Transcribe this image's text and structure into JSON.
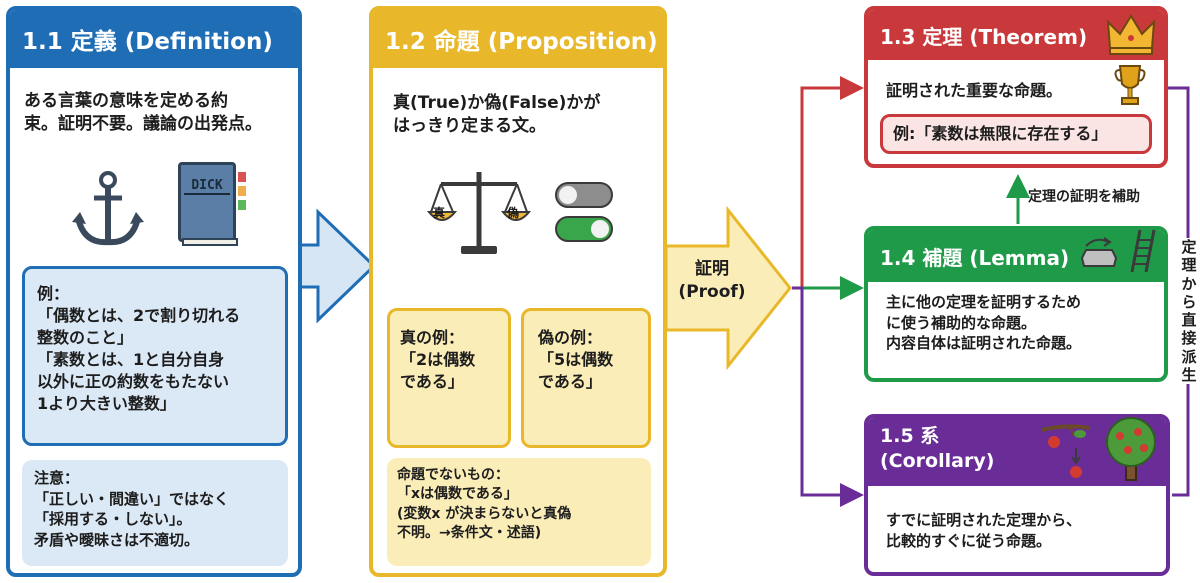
{
  "definition": {
    "title": "1.1 定義 (Definition)",
    "desc_line1": "ある言葉の意味を定める約",
    "desc_line2": "束。証明不要。議論の出発点。",
    "book_label": "DICK",
    "example_label": "例：",
    "example_lines": [
      "「偶数とは、2で割り切れる",
      "整数のこと」",
      "「素数とは、1と自分自身",
      "以外に正の約数をもたない",
      "1より大きい整数」"
    ],
    "note_label": "注意：",
    "note_lines": [
      "「正しい・間違い」ではなく",
      "「採用する・しない」。",
      "矛盾や曖昧さは不適切。"
    ]
  },
  "proposition": {
    "title": "1.2 命題 (Proposition)",
    "desc_line1": "真(True)か偽(False)かが",
    "desc_line2": "はっきり定まる文。",
    "scale_true": "真",
    "scale_false": "偽",
    "true_label": "真の例：",
    "true_lines": [
      "「2は偶数",
      "である」"
    ],
    "false_label": "偽の例：",
    "false_lines": [
      "「5は偶数",
      "である」"
    ],
    "non_label": "命題でないもの：",
    "non_lines": [
      "「xは偶数である」",
      "(変数x が決まらないと真偽",
      "不明。→条件文・述語)"
    ]
  },
  "proof": {
    "line1": "証明",
    "line2": "(Proof)"
  },
  "theorem": {
    "title": "1.3 定理 (Theorem)",
    "desc": "証明された重要な命題。",
    "example": "例:「素数は無限に存在する」"
  },
  "assist_label": "定理の証明を補助",
  "lemma": {
    "title": "1.4 補題 (Lemma)",
    "lines": [
      "主に他の定理を証明するため",
      "に使う補助的な命題。",
      "内容自体は証明された命題。"
    ]
  },
  "corollary": {
    "title1": "1.5 系",
    "title2": "(Corollary)",
    "lines": [
      "すでに証明された定理から、",
      "比較的すぐに従う命題。"
    ]
  },
  "side_label_chars": [
    "定",
    "理",
    "か",
    "ら",
    "直",
    "接",
    "派",
    "生"
  ],
  "colors": {
    "blue": "#1f6db5",
    "blue_fill": "#dbe8f5",
    "gold": "#e8b82a",
    "gold_fill": "#fbedb8",
    "red": "#c9383a",
    "red_fill": "#fbe4e4",
    "green": "#1f9a48",
    "purple": "#6a2c97"
  }
}
